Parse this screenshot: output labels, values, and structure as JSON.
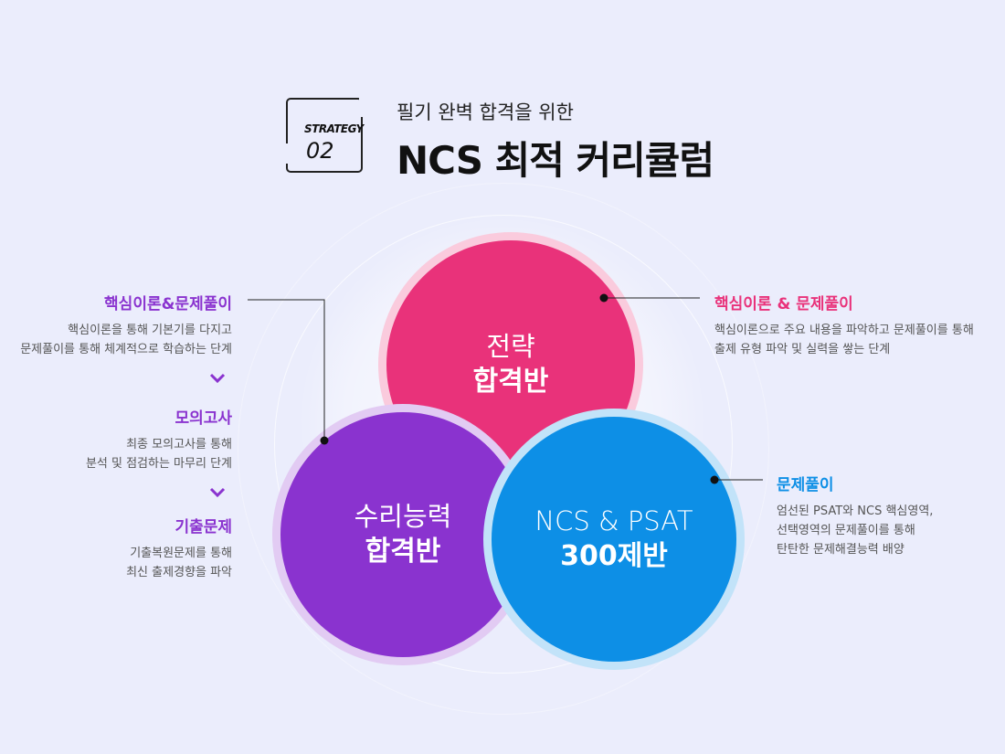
{
  "header": {
    "badge_label": "STRATEGY",
    "badge_number": "02",
    "subtitle": "필기 완벽 합격을 위한",
    "title": "NCS 최적 커리큘럼"
  },
  "circles": {
    "pink": {
      "line1": "전략",
      "line2": "합격반"
    },
    "purple": {
      "line1": "수리능력",
      "line2": "합격반"
    },
    "blue": {
      "line1": "NCS & PSAT",
      "line2": "300제반"
    }
  },
  "left_steps": [
    {
      "title": "핵심이론&문제풀이",
      "desc": [
        "핵심이론을 통해 기본기를 다지고",
        "문제풀이를 통해 체계적으로 학습하는 단계"
      ]
    },
    {
      "title": "모의고사",
      "desc": [
        "최종 모의고사를 통해",
        "분석 및 점검하는 마무리 단계"
      ]
    },
    {
      "title": "기출문제",
      "desc": [
        "기출복원문제를 통해",
        "최신 출제경향을 파악"
      ]
    }
  ],
  "right_top": {
    "title": "핵심이론 & 문제풀이",
    "desc": [
      "핵심이론으로 주요 내용을 파악하고 문제풀이를 통해",
      "출제 유형 파악 및 실력을 쌓는 단계"
    ]
  },
  "right_bottom": {
    "title": "문제풀이",
    "desc": [
      "엄선된 PSAT와 NCS 핵심영역,",
      "선택영역의 문제풀이를 통해",
      "탄탄한 문제해결능력 배양"
    ]
  },
  "colors": {
    "pink": "#e9327a",
    "purple": "#8a33cf",
    "blue": "#0d8fe6",
    "background": "#ebedfc"
  }
}
